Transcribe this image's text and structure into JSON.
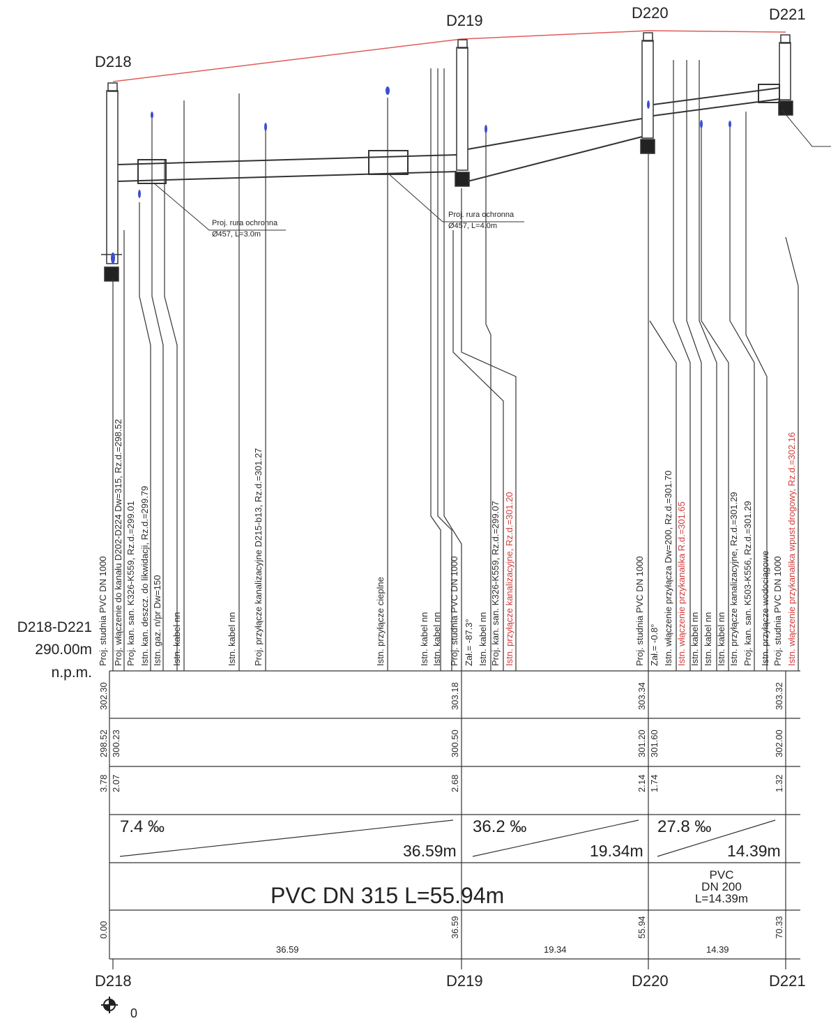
{
  "stations_top": [
    "D218",
    "D219",
    "D220",
    "D221"
  ],
  "stations_bottom": [
    "D218",
    "D219",
    "D220",
    "D221"
  ],
  "profile_label": [
    "D218-D221",
    "290.00m",
    "n.p.m."
  ],
  "callouts": [
    {
      "line1": "Proj. rura ochronna",
      "line2": "Ø457, L=3.0m"
    },
    {
      "line1": "Proj. rura ochronna",
      "line2": "Ø457, L=4.0m"
    }
  ],
  "annotations": [
    {
      "text": "Proj. studnia PVC DN 1000",
      "color": "#2a2a2a"
    },
    {
      "text": "Proj. włączenie do kanału D202-D224 Dw=315, Rz.d.=298.52",
      "color": "#2a2a2a"
    },
    {
      "text": "Proj. kan. san. K326-K559, Rz.d.=299.01",
      "color": "#2a2a2a"
    },
    {
      "text": "Istn. kan. deszcz. do likwidacji, Rz.d.=299.79",
      "color": "#2a2a2a"
    },
    {
      "text": "Istn. gaz. n/pr Dw=150",
      "color": "#2a2a2a"
    },
    {
      "text": "Istn. kabel nn",
      "color": "#2a2a2a"
    },
    {
      "text": "Istn. kabel nn",
      "color": "#2a2a2a"
    },
    {
      "text": "Proj. przyłącze kanalizacyjne D215-b13, Rz.d.=301.27",
      "color": "#2a2a2a"
    },
    {
      "text": "Istn. przyłącze cieplne",
      "color": "#2a2a2a"
    },
    {
      "text": "Istn. kabel nn",
      "color": "#2a2a2a"
    },
    {
      "text": "Istn. kabel nn",
      "color": "#2a2a2a"
    },
    {
      "text": "Proj. studnia PVC DN 1000",
      "color": "#2a2a2a"
    },
    {
      "text": "Zał.= -87.3°",
      "color": "#2a2a2a"
    },
    {
      "text": "Istn. kabel nn",
      "color": "#2a2a2a"
    },
    {
      "text": "Proj. kan. san. K326-K559, Rz.d.=299.07",
      "color": "#2a2a2a"
    },
    {
      "text": "Istn. przyłącze kanalizacyjne, Rz.d.=301.20",
      "color": "#d23b3b"
    },
    {
      "text": "Proj. studnia PVC DN 1000",
      "color": "#2a2a2a"
    },
    {
      "text": "Zał.= -0.8°",
      "color": "#2a2a2a"
    },
    {
      "text": "Istn. włączenie przyłącza Dw=200, Rz.d.=301.70",
      "color": "#2a2a2a"
    },
    {
      "text": "Istn. włączenie przykanalika R.d.=301.65",
      "color": "#d23b3b"
    },
    {
      "text": "Istn. kabel nn",
      "color": "#2a2a2a"
    },
    {
      "text": "Istn. kabel nn",
      "color": "#2a2a2a"
    },
    {
      "text": "Istn. kabel nn",
      "color": "#2a2a2a"
    },
    {
      "text": "Istn. przyłącze kanalizacyjne, Rz.d.=301.29",
      "color": "#2a2a2a"
    },
    {
      "text": "Proj. kan. san. K503-K556, Rz.d.=301.29",
      "color": "#2a2a2a"
    },
    {
      "text": "Istn. przyłącze wodociągowe",
      "color": "#2a2a2a"
    },
    {
      "text": "Proj. studnia PVC DN 1000",
      "color": "#2a2a2a"
    },
    {
      "text": "Istn. włączenie przykanalika wpust drogowy, Rz.d.=302.16",
      "color": "#d23b3b"
    }
  ],
  "table": {
    "terrain": [
      "302.30",
      "303.18",
      "303.34",
      "303.32"
    ],
    "invert": [
      [
        "298.52",
        "300.23"
      ],
      [
        "300.50"
      ],
      [
        "301.20",
        "301.60"
      ],
      [
        "302.00"
      ]
    ],
    "depth": [
      [
        "3.78",
        "2.07"
      ],
      [
        "2.68"
      ],
      [
        "2.14",
        "1.74"
      ],
      [
        "1.32"
      ]
    ],
    "slopes": [
      {
        "grade": "7.4 ‰",
        "length": "36.59m"
      },
      {
        "grade": "36.2 ‰",
        "length": "19.34m"
      },
      {
        "grade": "27.8 ‰",
        "length": "14.39m"
      }
    ],
    "pipe_main": "PVC DN 315 L=55.94m",
    "pipe_small": [
      "PVC",
      "DN 200",
      "L=14.39m"
    ],
    "chainage": [
      "0.00",
      "36.59",
      "55.94",
      "70.33"
    ],
    "distances": [
      "36.59",
      "19.34",
      "14.39"
    ]
  },
  "north_label": "0",
  "colors": {
    "ground_line": "#e05a5a",
    "ink": "#2a2a2a",
    "red_text": "#d23b3b",
    "utility_marker": "#3b4fd0"
  }
}
